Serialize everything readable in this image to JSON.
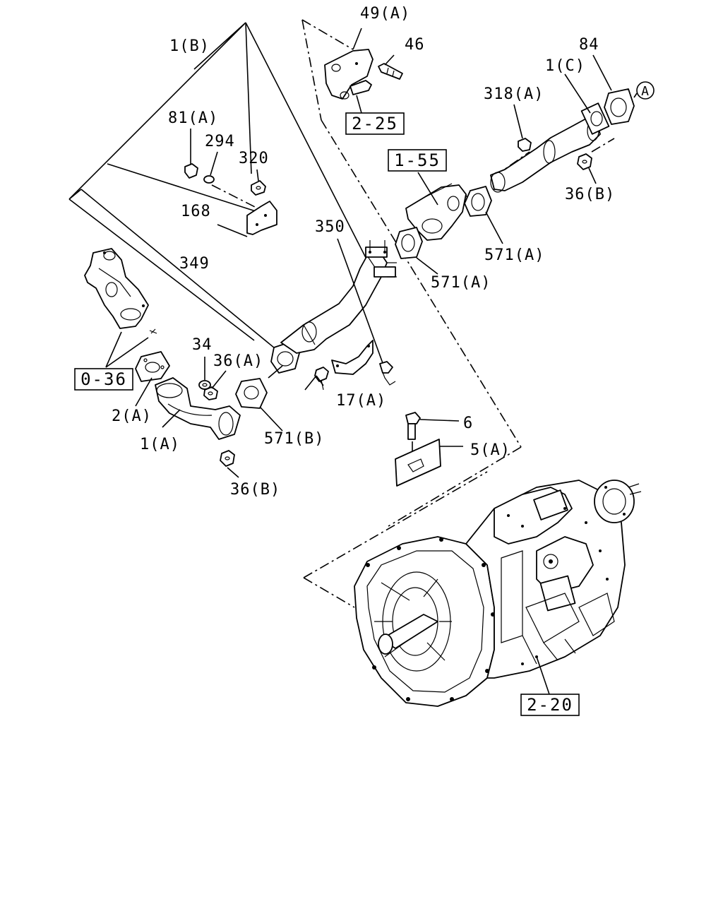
{
  "labels": {
    "l_1b": "1(B)",
    "l_49a": "49(A)",
    "l_46": "46",
    "l_84": "84",
    "l_1c": "1(C)",
    "l_318a": "318(A)",
    "l_81a": "81(A)",
    "l_294": "294",
    "l_320": "320",
    "l_168": "168",
    "l_350": "350",
    "l_349": "349",
    "l_36b_top": "36(B)",
    "l_571a_1": "571(A)",
    "l_571a_2": "571(A)",
    "l_34": "34",
    "l_36a": "36(A)",
    "l_2a": "2(A)",
    "l_1a": "1(A)",
    "l_571b": "571(B)",
    "l_17a": "17(A)",
    "l_36b_bottom": "36(B)",
    "l_6": "6",
    "l_5a": "5(A)",
    "circle_a": "A"
  },
  "references": {
    "ref_2_25": "2-25",
    "ref_1_55": "1-55",
    "ref_0_36": "0-36",
    "ref_2_20": "2-20"
  },
  "colors": {
    "line": "#000000",
    "background": "#ffffff"
  }
}
